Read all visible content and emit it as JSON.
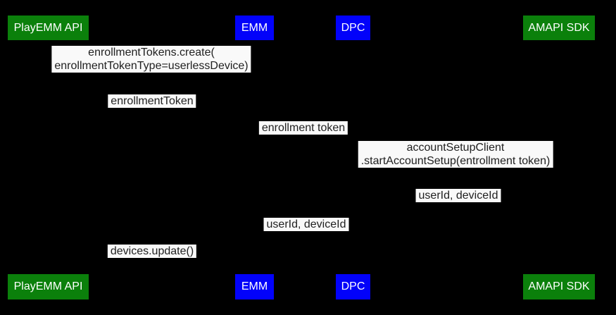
{
  "diagram": {
    "type": "sequence-diagram",
    "background_color": "#000000",
    "colors": {
      "actor_green": "#0b800b",
      "actor_blue": "#0202fa",
      "actor_text": "#ffffff",
      "label_background": "#f9f9f9",
      "label_text": "#212121"
    },
    "actors": [
      {
        "label": "PlayEMM API",
        "color": "green"
      },
      {
        "label": "EMM",
        "color": "blue"
      },
      {
        "label": "DPC",
        "color": "blue"
      },
      {
        "label": "AMAPI SDK",
        "color": "green"
      }
    ],
    "messages": [
      {
        "between": [
          "PlayEMM API",
          "EMM"
        ],
        "lines": [
          "enrollmentTokens.create(",
          "enrollmentTokenType=userlessDevice)"
        ]
      },
      {
        "between": [
          "PlayEMM API",
          "EMM"
        ],
        "lines": [
          "enrollmentToken"
        ]
      },
      {
        "between": [
          "EMM",
          "DPC"
        ],
        "lines": [
          "enrollment token"
        ]
      },
      {
        "between": [
          "DPC",
          "AMAPI SDK"
        ],
        "lines": [
          "accountSetupClient",
          ".startAccountSetup(entrollment token)"
        ]
      },
      {
        "between": [
          "DPC",
          "AMAPI SDK"
        ],
        "lines": [
          "userId, deviceId"
        ]
      },
      {
        "between": [
          "EMM",
          "DPC"
        ],
        "lines": [
          "userId, deviceId"
        ]
      },
      {
        "between": [
          "PlayEMM API",
          "EMM"
        ],
        "lines": [
          "devices.update()"
        ]
      }
    ]
  }
}
